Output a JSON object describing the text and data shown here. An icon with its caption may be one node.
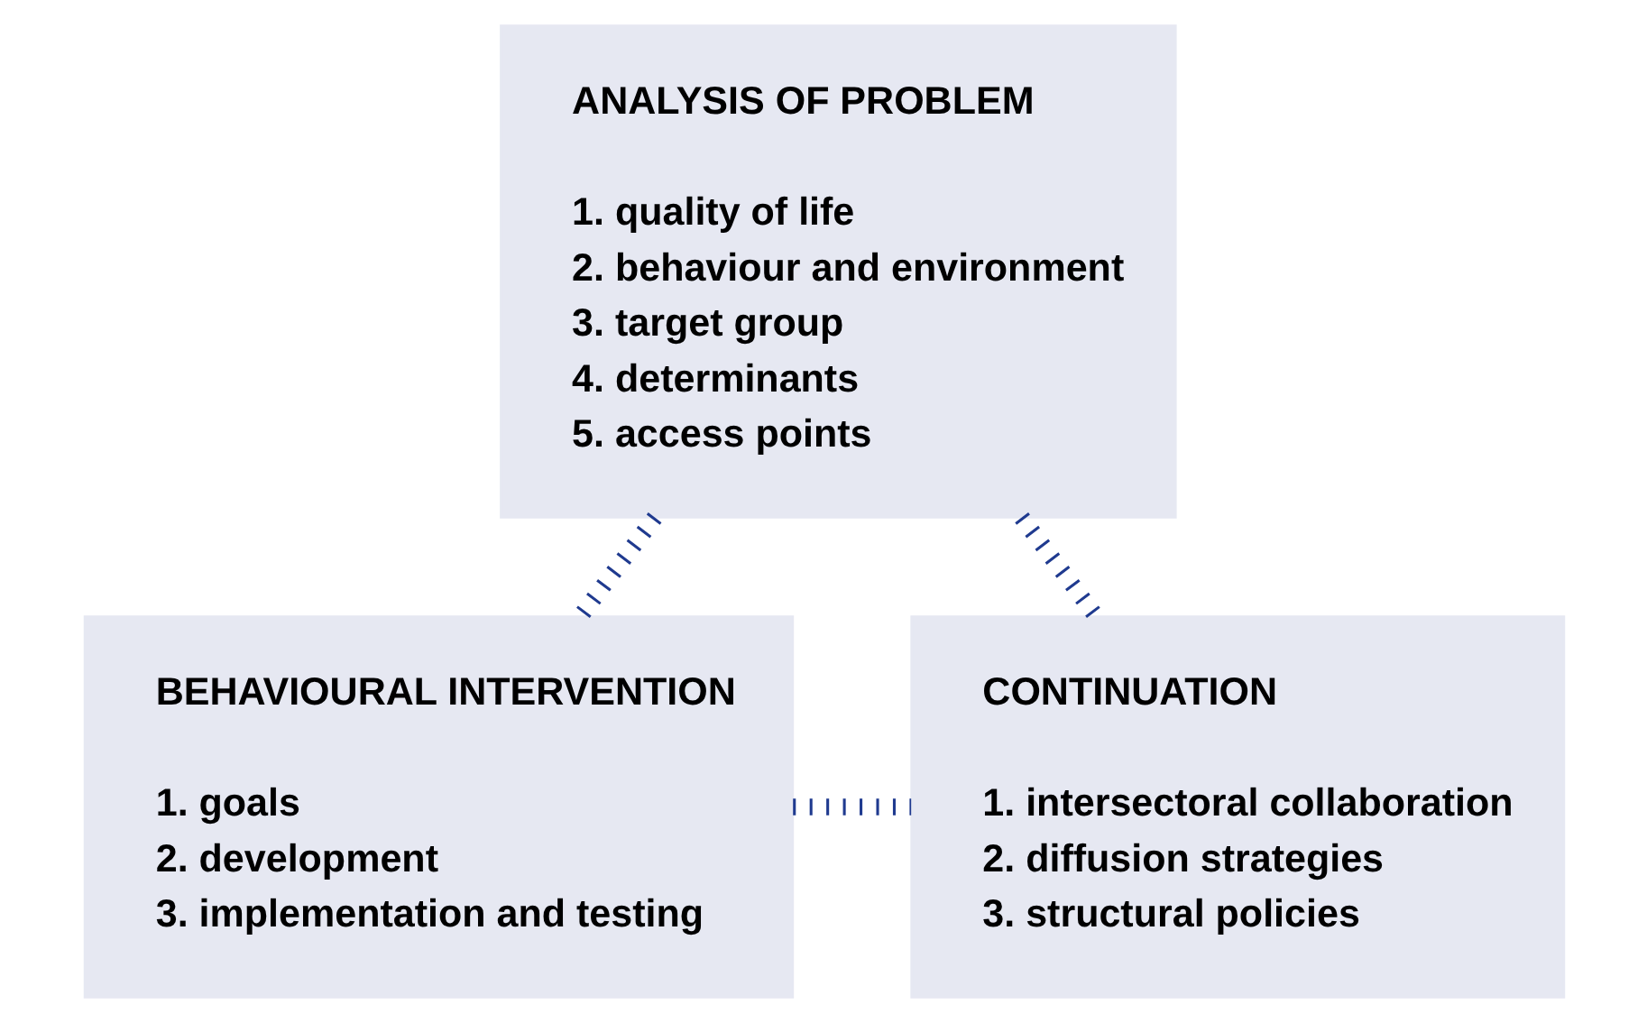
{
  "diagram": {
    "nodes": [
      {
        "text": [
          "ANALYSIS OF PROBLEM",
          "1. quality of life",
          "2. behaviour and environment",
          "3. target group",
          "4. determinants",
          "5. access points"
        ]
      },
      {
        "text": [
          "BEHAVIOURAL INTERVENTION",
          "1. goals",
          "2. development",
          "3. implementation and testing"
        ]
      },
      {
        "text": [
          "CONTINUATION",
          "1. intersectoral collaboration",
          "2. diffusion strategies",
          "3. structural policies"
        ]
      }
    ],
    "edges": [
      {
        "from": 0,
        "to": 1,
        "arrow": "none",
        "style": "dashed"
      },
      {
        "from": 0,
        "to": 2,
        "arrow": "none",
        "style": "dashed"
      },
      {
        "from": 1,
        "to": 2,
        "arrow": "none",
        "style": "dashed"
      }
    ]
  }
}
